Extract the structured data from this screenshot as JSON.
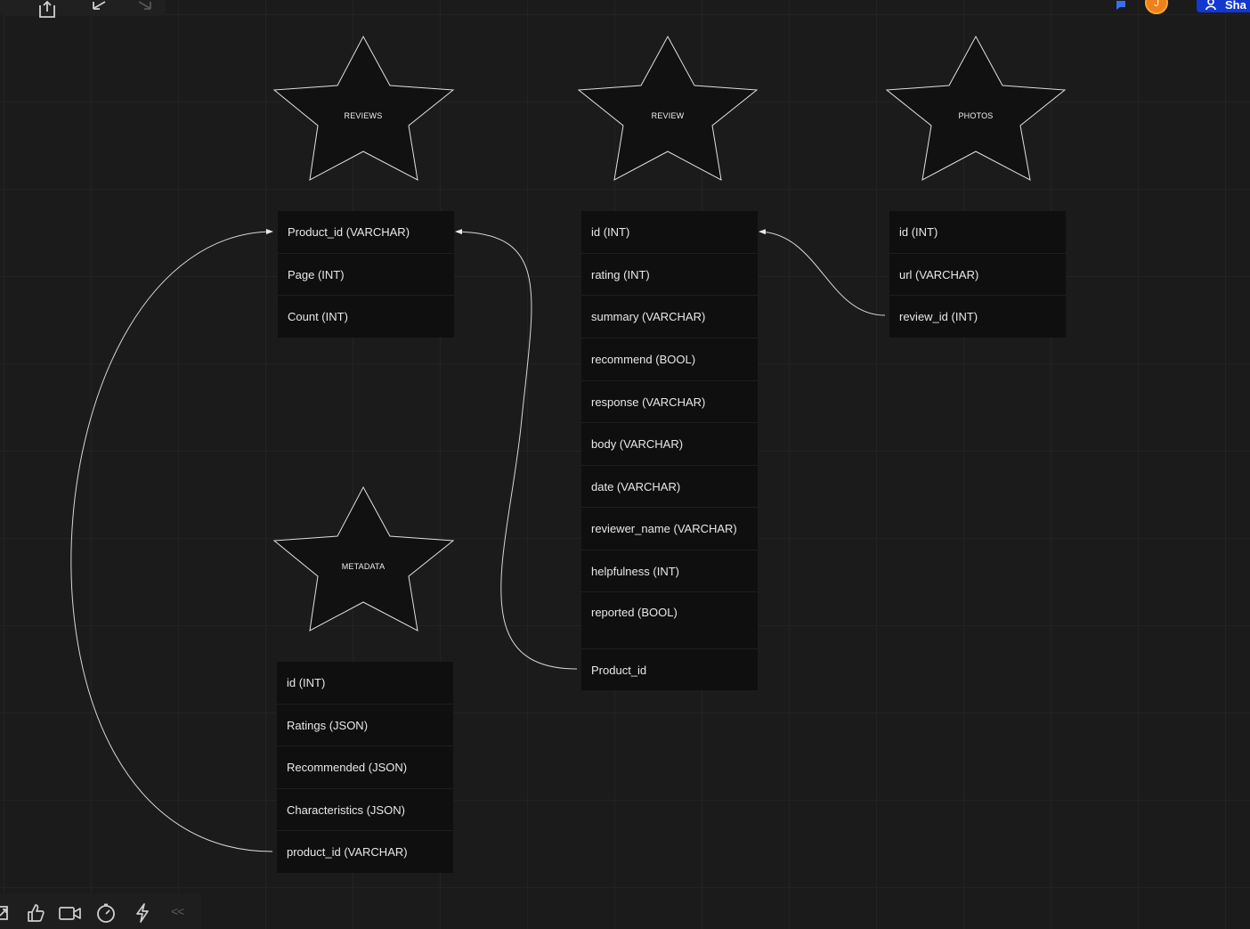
{
  "toolbar": {
    "upload_icon": "upload-icon",
    "undo_icon": "undo-icon",
    "redo_icon": "redo-icon"
  },
  "header_right": {
    "avatar_initial": "J",
    "share_label": "Sha",
    "comment_icon": "comment-icon"
  },
  "entities": [
    {
      "name": "REVIEWS",
      "fields": [
        "Product_id (VARCHAR)",
        "Page (INT)",
        "Count (INT)"
      ]
    },
    {
      "name": "REVIEW",
      "fields": [
        "id (INT)",
        "rating (INT)",
        "summary (VARCHAR)",
        "recommend (BOOL)",
        "response (VARCHAR)",
        "body (VARCHAR)",
        "date (VARCHAR)",
        "reviewer_name (VARCHAR)",
        "helpfulness (INT)",
        "reported (BOOL)",
        "Product_id"
      ]
    },
    {
      "name": "PHOTOS",
      "fields": [
        "id (INT)",
        "url (VARCHAR)",
        "review_id (INT)"
      ]
    },
    {
      "name": "METADATA",
      "fields": [
        "id (INT)",
        "Ratings (JSON)",
        "Recommended (JSON)",
        "Characteristics (JSON)",
        "product_id (VARCHAR)"
      ]
    }
  ],
  "relationships": [
    {
      "from": "METADATA.product_id (VARCHAR)",
      "to": "REVIEWS.Product_id (VARCHAR)"
    },
    {
      "from": "REVIEW.Product_id",
      "to": "REVIEWS.Product_id (VARCHAR)"
    },
    {
      "from": "PHOTOS.review_id (INT)",
      "to": "REVIEW.id (INT)"
    }
  ],
  "bottom_toolbar": {
    "icons": [
      "expand-icon",
      "thumbs-up-icon",
      "video-icon",
      "timer-icon",
      "lightning-icon"
    ],
    "collapse_label": "<<"
  },
  "colors": {
    "canvas": "#1b1b1c",
    "table": "#0f0f10",
    "stroke": "#d8d8d8",
    "share": "#1238d0",
    "avatar": "#f0801a"
  }
}
